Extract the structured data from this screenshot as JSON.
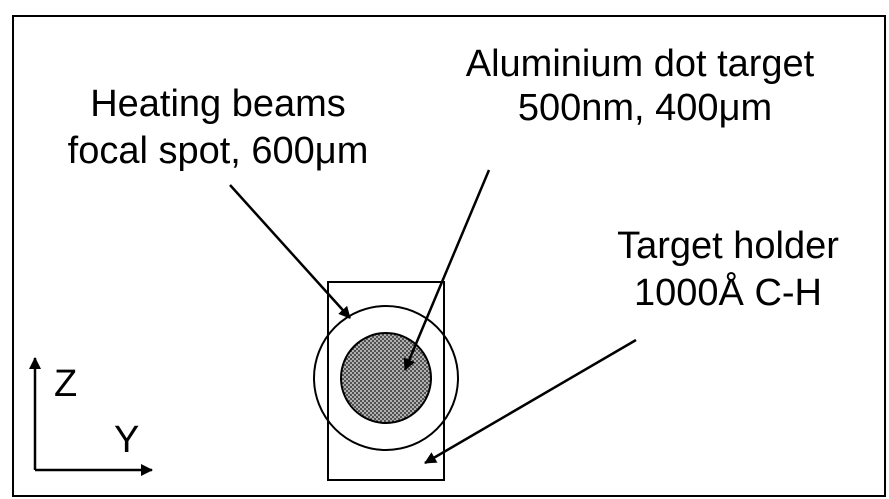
{
  "labels": {
    "target_line1": "Aluminium dot target",
    "target_line2": "500nm, 400μm",
    "beams_line1": "Heating beams",
    "beams_line2": "focal spot, 600μm",
    "holder_line1": "Target holder",
    "holder_line2": "1000Å C-H"
  },
  "axes": {
    "vertical": "Z",
    "horizontal": "Y"
  },
  "colors": {
    "ink": "#000000",
    "dot_fill": "#8a8a8a",
    "background": "#ffffff"
  }
}
